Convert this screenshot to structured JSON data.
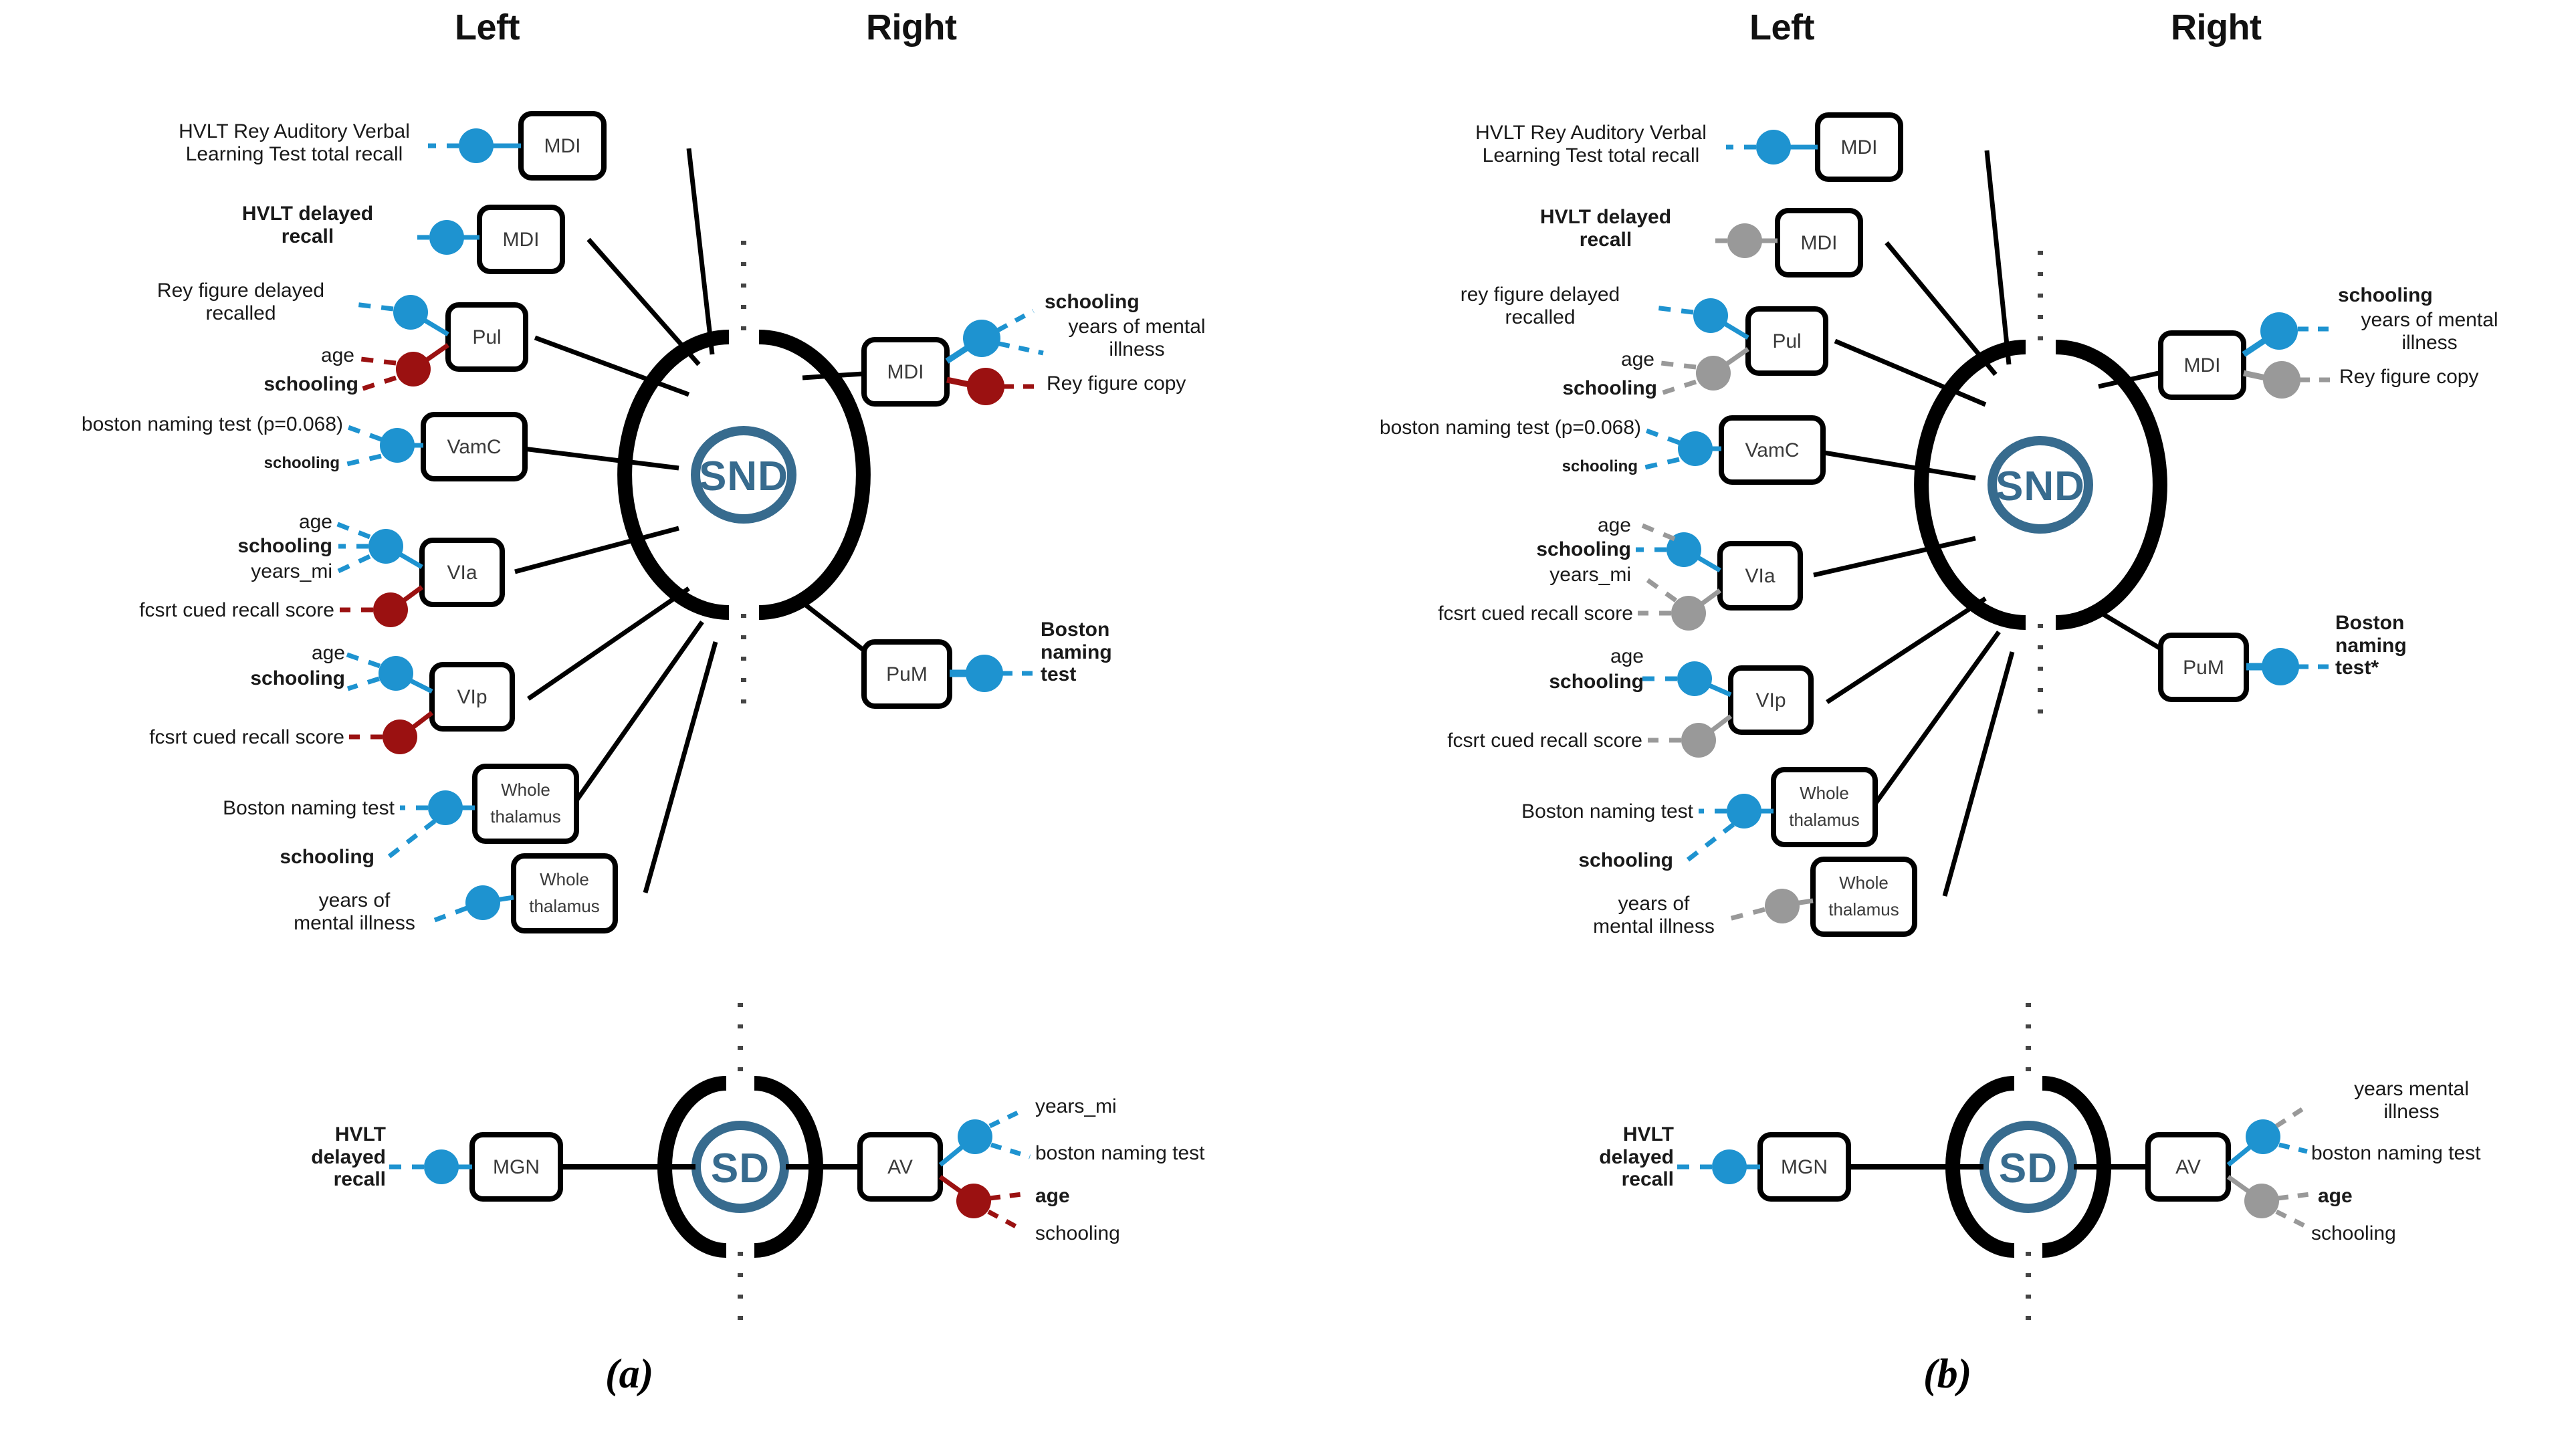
{
  "figure": {
    "type": "diagram",
    "description": "Two-panel network diagram of thalamic nuclei volumes associated with cognitive measures",
    "colors": {
      "positive_blue": "#1E93D0",
      "negative_red": "#9B1111",
      "nonsignificant_gray": "#999999",
      "hub_steel": "#376B8E",
      "node_stroke": "#000000",
      "text": "#1a1a1a"
    },
    "panels": [
      {
        "id": "a",
        "label": "(a)"
      },
      {
        "id": "b",
        "label": "(b)"
      }
    ],
    "column_headers": {
      "left": "Left",
      "right": "Right"
    }
  },
  "panel_a": {
    "letter": "(a)",
    "headers": {
      "left": "Left",
      "right": "Right"
    },
    "hub_snd": {
      "label": "SND"
    },
    "hub_sd": {
      "label": "SD"
    },
    "snd_left": [
      {
        "node": "MDI",
        "markers": [
          {
            "color": "blue",
            "labels": [
              "HVLT Rey Auditory Verbal",
              "Learning Test total recall"
            ],
            "bold": false
          }
        ]
      },
      {
        "node": "MDI",
        "markers": [
          {
            "color": "blue",
            "labels": [
              "HVLT delayed",
              "recall"
            ],
            "bold": true
          }
        ]
      },
      {
        "node": "Pul",
        "markers": [
          {
            "color": "blue",
            "labels": [
              "Rey figure delayed",
              "recalled"
            ],
            "bold": false
          },
          {
            "color": "red",
            "labels": [
              "age",
              "schooling"
            ],
            "bold": [
              false,
              true
            ]
          }
        ]
      },
      {
        "node": "VamC",
        "markers": [
          {
            "color": "blue",
            "labels": [
              "boston naming test (p=0.068)",
              "schooling"
            ],
            "bold": [
              false,
              true
            ],
            "sizes": [
              "normal",
              "small"
            ]
          }
        ]
      },
      {
        "node": "VIa",
        "markers": [
          {
            "color": "blue",
            "labels": [
              "age",
              "schooling",
              "years_mi"
            ],
            "bold": [
              false,
              true,
              false
            ]
          },
          {
            "color": "red",
            "labels": [
              "fcsrt cued recall score"
            ],
            "bold": false
          }
        ]
      },
      {
        "node": "VIp",
        "markers": [
          {
            "color": "blue",
            "labels": [
              "age",
              "schooling"
            ],
            "bold": [
              false,
              true
            ]
          },
          {
            "color": "red",
            "labels": [
              "fcsrt cued recall score"
            ],
            "bold": false
          }
        ]
      },
      {
        "node": "Whole thalamus",
        "markers": [
          {
            "color": "blue",
            "labels": [
              "Boston naming test",
              "schooling"
            ],
            "bold": [
              false,
              true
            ]
          }
        ]
      },
      {
        "node": "Whole thalamus",
        "markers": [
          {
            "color": "blue",
            "labels": [
              "years of",
              "mental illness"
            ],
            "bold": false
          }
        ]
      }
    ],
    "snd_right": [
      {
        "node": "MDI",
        "markers": [
          {
            "color": "blue",
            "labels": [
              "schooling",
              "years of mental",
              "illness"
            ],
            "bold": [
              true,
              false,
              false
            ]
          },
          {
            "color": "red",
            "labels": [
              "Rey figure copy"
            ],
            "bold": false
          }
        ]
      },
      {
        "node": "PuM",
        "markers": [
          {
            "color": "blue",
            "labels": [
              "Boston",
              "naming",
              "test"
            ],
            "bold": true
          }
        ]
      }
    ],
    "sd_left": [
      {
        "node": "MGN",
        "markers": [
          {
            "color": "blue",
            "labels": [
              "HVLT",
              "delayed",
              "recall"
            ],
            "bold": true
          }
        ]
      }
    ],
    "sd_right": [
      {
        "node": "AV",
        "markers": [
          {
            "color": "blue",
            "labels": [
              "years_mi",
              "boston naming test"
            ],
            "bold": false
          },
          {
            "color": "red",
            "labels": [
              "age",
              "schooling"
            ],
            "bold": [
              true,
              false
            ]
          }
        ]
      }
    ]
  },
  "panel_b": {
    "letter": "(b)",
    "headers": {
      "left": "Left",
      "right": "Right"
    },
    "hub_snd": {
      "label": "SND"
    },
    "hub_sd": {
      "label": "SD"
    },
    "snd_left": [
      {
        "node": "MDI",
        "markers": [
          {
            "color": "blue",
            "labels": [
              "HVLT Rey Auditory Verbal",
              "Learning Test total recall"
            ],
            "bold": false
          }
        ]
      },
      {
        "node": "MDI",
        "markers": [
          {
            "color": "gray",
            "labels": [
              "HVLT delayed",
              "recall"
            ],
            "bold": true
          }
        ]
      },
      {
        "node": "Pul",
        "markers": [
          {
            "color": "blue",
            "labels": [
              "rey figure delayed",
              "recalled"
            ],
            "bold": false
          },
          {
            "color": "gray",
            "labels": [
              "age",
              "schooling"
            ],
            "bold": [
              false,
              true
            ]
          }
        ]
      },
      {
        "node": "VamC",
        "markers": [
          {
            "color": "blue",
            "labels": [
              "boston naming test (p=0.068)",
              "schooling"
            ],
            "bold": [
              false,
              true
            ],
            "sizes": [
              "normal",
              "small"
            ]
          }
        ]
      },
      {
        "node": "VIa",
        "markers": [
          {
            "color": "blue",
            "labels": [
              "age",
              "schooling",
              "years_mi"
            ],
            "bold": [
              false,
              true,
              false
            ]
          },
          {
            "color": "gray",
            "labels": [
              "fcsrt cued recall score"
            ],
            "bold": false
          }
        ]
      },
      {
        "node": "VIp",
        "markers": [
          {
            "color": "blue",
            "labels": [
              "age",
              "schooling"
            ],
            "bold": [
              false,
              true
            ]
          },
          {
            "color": "gray",
            "labels": [
              "fcsrt cued recall score"
            ],
            "bold": false
          }
        ]
      },
      {
        "node": "Whole thalamus",
        "markers": [
          {
            "color": "blue",
            "labels": [
              "Boston naming test",
              "schooling"
            ],
            "bold": [
              false,
              true
            ]
          }
        ]
      },
      {
        "node": "Whole thalamus",
        "markers": [
          {
            "color": "gray",
            "labels": [
              "years of",
              "mental illness"
            ],
            "bold": false
          }
        ]
      }
    ],
    "snd_right": [
      {
        "node": "MDI",
        "markers": [
          {
            "color": "blue",
            "labels": [
              "schooling",
              "years of mental",
              "illness"
            ],
            "bold": [
              true,
              false,
              false
            ]
          },
          {
            "color": "gray",
            "labels": [
              "Rey figure copy"
            ],
            "bold": false
          }
        ]
      },
      {
        "node": "PuM",
        "markers": [
          {
            "color": "blue",
            "labels": [
              "Boston",
              "naming",
              "test*"
            ],
            "bold": true
          }
        ]
      }
    ],
    "sd_left": [
      {
        "node": "MGN",
        "markers": [
          {
            "color": "blue",
            "labels": [
              "HVLT",
              "delayed",
              "recall"
            ],
            "bold": true
          }
        ]
      }
    ],
    "sd_right": [
      {
        "node": "AV",
        "markers": [
          {
            "color": "gray",
            "labels": [
              "years mental",
              "illness"
            ],
            "bold": false
          },
          {
            "color": "blue",
            "labels": [
              "boston naming test"
            ],
            "bold": false
          },
          {
            "color": "gray",
            "labels": [
              "age",
              "schooling"
            ],
            "bold": [
              true,
              false
            ]
          }
        ]
      }
    ]
  },
  "text_nodes": {
    "a_left_texts": [
      "HVLT Rey Auditory Verbal\nLearning Test total recall",
      "HVLT delayed\nrecall",
      "Rey figure delayed\nrecalled",
      "age",
      "schooling",
      "boston naming test (p=0.068)",
      "schooling",
      "age\nschooling\nyears_mi",
      "fcsrt cued recall score",
      "age\nschooling",
      "fcsrt cued recall score",
      "Boston naming test",
      "schooling",
      "years of\nmental illness"
    ],
    "a_right_texts": [
      "schooling",
      "years of mental\nillness",
      "Rey figure copy",
      "Boston\nnaming\ntest"
    ],
    "a_sd_texts": [
      "HVLT\ndelayed\nrecall",
      "years_mi",
      "boston naming test",
      "age",
      "schooling"
    ],
    "b_left_texts": [
      "HVLT Rey Auditory Verbal\nLearning Test total recall",
      "HVLT delayed\nrecall",
      "rey figure delayed\nrecalled",
      "age",
      "schooling",
      "boston naming test (p=0.068)",
      "schooling",
      "age\nschooling\nyears_mi",
      "fcsrt cued recall score",
      "age\nschooling",
      "fcsrt cued recall score",
      "Boston naming test",
      "schooling",
      "years of\nmental illness"
    ],
    "b_right_texts": [
      "schooling",
      "years of mental\nillness",
      "Rey figure copy",
      "Boston\nnaming\ntest*"
    ],
    "b_sd_texts": [
      "HVLT\ndelayed\nrecall",
      "years mental\nillness",
      "boston naming test",
      "age",
      "schooling"
    ]
  }
}
